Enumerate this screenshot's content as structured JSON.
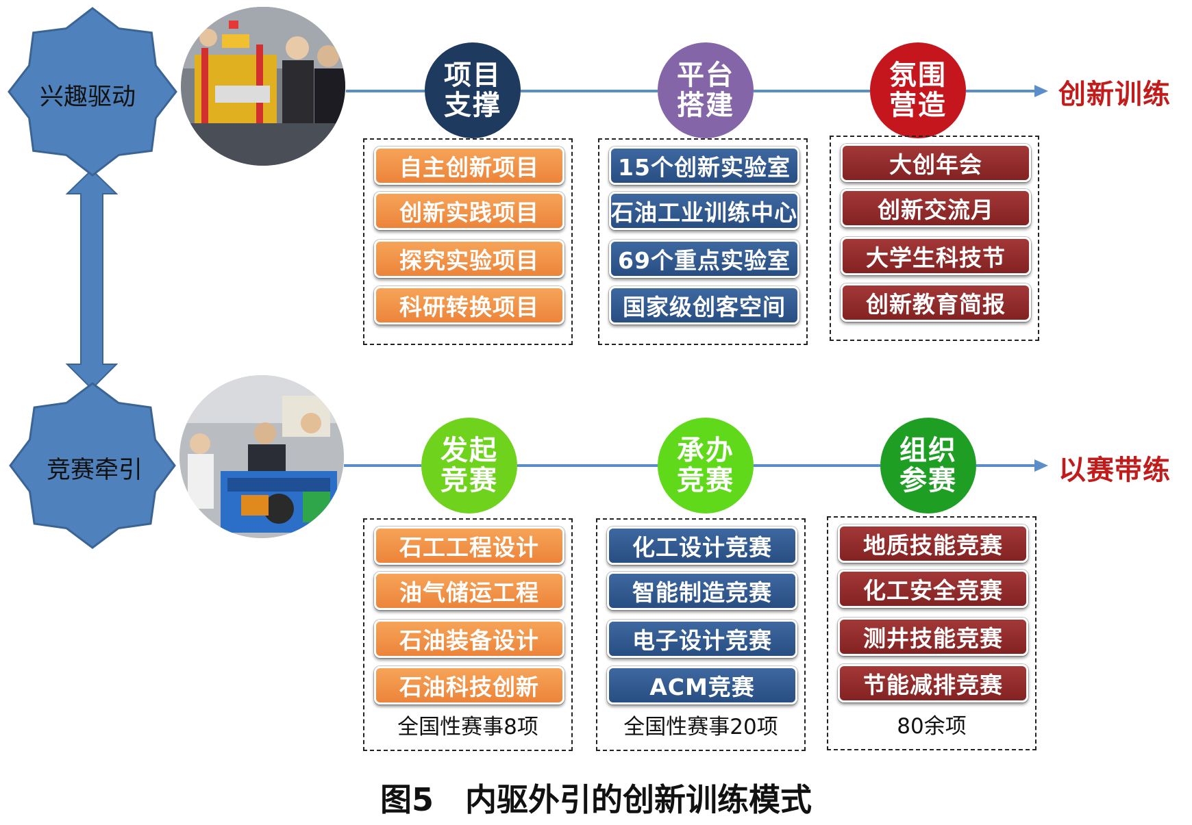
{
  "rows": [
    {
      "star_label": "兴趣驱动",
      "end_label": "创新训练",
      "circles": [
        {
          "lines": [
            "项目",
            "支撑"
          ],
          "bg": "#1f3a5f",
          "fg": "#ffffff"
        },
        {
          "lines": [
            "平台",
            "搭建"
          ],
          "bg": "#8466a8",
          "fg": "#ffffff"
        },
        {
          "lines": [
            "氛围",
            "营造"
          ],
          "bg": "#c4161c",
          "fg": "#ffffff"
        }
      ],
      "boxes": [
        {
          "style": "orange",
          "items": [
            "自主创新项目",
            "创新实践项目",
            "探究实验项目",
            "科研转换项目"
          ],
          "note": ""
        },
        {
          "style": "blue",
          "items": [
            "15个创新实验室",
            "石油工业训练中心",
            "69个重点实验室",
            "国家级创客空间"
          ],
          "note": ""
        },
        {
          "style": "red",
          "items": [
            "大创年会",
            "创新交流月",
            "大学生科技节",
            "创新教育简报"
          ],
          "note": ""
        }
      ]
    },
    {
      "star_label": "竞赛牵引",
      "end_label": "以赛带练",
      "circles": [
        {
          "lines": [
            "发起",
            "竞赛"
          ],
          "bg": "#6fd31e",
          "fg": "#ffffff"
        },
        {
          "lines": [
            "承办",
            "竞赛"
          ],
          "bg": "#5fd91a",
          "fg": "#ffffff"
        },
        {
          "lines": [
            "组织",
            "参赛"
          ],
          "bg": "#1f9e24",
          "fg": "#ffffff"
        }
      ],
      "boxes": [
        {
          "style": "orange",
          "items": [
            "石工工程设计",
            "油气储运工程",
            "石油装备设计",
            "石油科技创新"
          ],
          "note": "全国性赛事8项"
        },
        {
          "style": "blue",
          "items": [
            "化工设计竞赛",
            "智能制造竞赛",
            "电子设计竞赛",
            "ACM竞赛"
          ],
          "note": "全国性赛事20项"
        },
        {
          "style": "red",
          "items": [
            "地质技能竞赛",
            "化工安全竞赛",
            "测井技能竞赛",
            "节能减排竞赛"
          ],
          "note": "80余项"
        }
      ]
    }
  ],
  "caption": "图5　内驱外引的创新训练模式",
  "colors": {
    "star_fill": "#4f81bd",
    "star_stroke": "#3a6494",
    "arrow_fill": "#4f81bd",
    "line": "#5b8ec9",
    "end_label": "#c21b1b"
  }
}
